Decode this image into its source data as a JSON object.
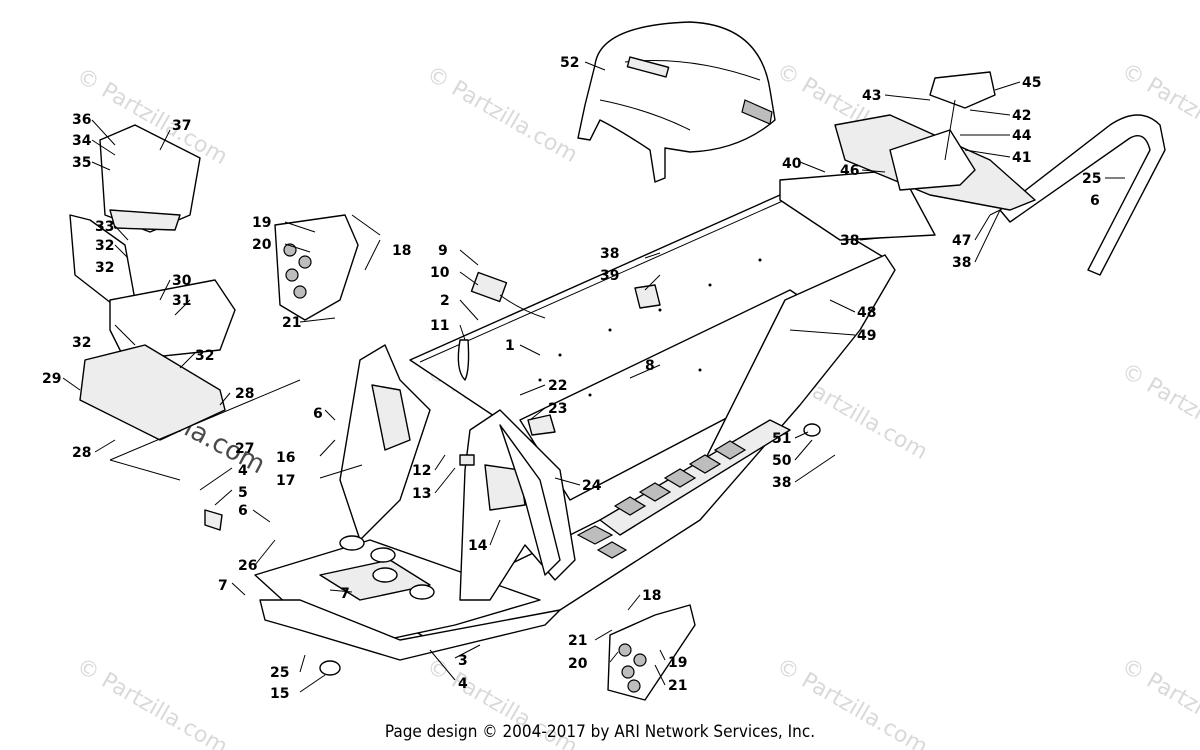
{
  "footer": "Page design © 2004-2017 by ARI Network Services, Inc.",
  "watermark": "© Partzilla.com",
  "callouts": [
    "1",
    "2",
    "3",
    "4",
    "5",
    "6",
    "7",
    "8",
    "9",
    "10",
    "11",
    "12",
    "13",
    "14",
    "15",
    "16",
    "17",
    "18",
    "19",
    "20",
    "21",
    "22",
    "23",
    "24",
    "25",
    "26",
    "27",
    "28",
    "29",
    "30",
    "31",
    "32",
    "33",
    "34",
    "35",
    "36",
    "37",
    "38",
    "39",
    "40",
    "41",
    "42",
    "43",
    "44",
    "45",
    "46",
    "47",
    "48",
    "49",
    "50",
    "51",
    "52"
  ]
}
